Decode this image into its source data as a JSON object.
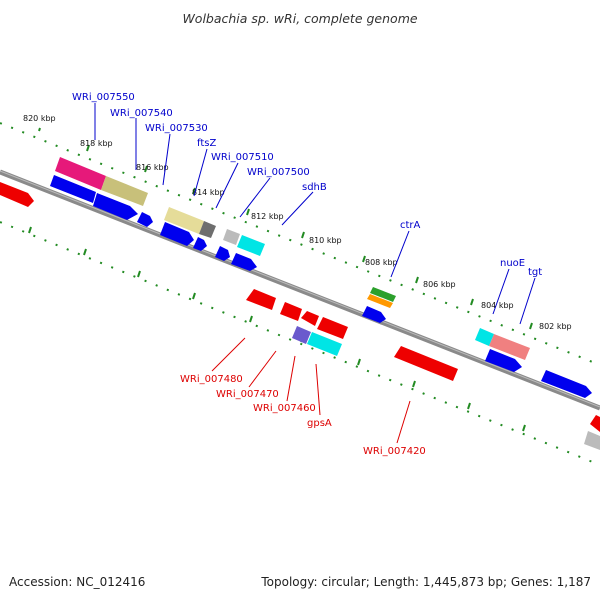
{
  "title": "Wolbachia sp. wRi, complete genome",
  "footer": {
    "accession": "Accession: NC_012416",
    "summary": "Topology: circular; Length: 1,445,873 bp; Genes: 1,187"
  },
  "colors": {
    "forward_label": "#0000cc",
    "reverse_label": "#dd0000",
    "tick": "#228b22",
    "backbone": "#808080",
    "blue_cds": "#0000ee",
    "red_cds": "#ee0000"
  },
  "scale": {
    "unit": "kbp",
    "labels": [
      "820 kbp",
      "818 kbp",
      "816 kbp",
      "814 kbp",
      "812 kbp",
      "810 kbp",
      "808 kbp",
      "806 kbp",
      "804 kbp",
      "802 kbp"
    ]
  },
  "forward_gene_labels": [
    "WRi_007550",
    "WRi_007540",
    "WRi_007530",
    "ftsZ",
    "WRi_007510",
    "WRi_007500",
    "sdhB",
    "ctrA",
    "nuoE",
    "tgt"
  ],
  "reverse_gene_labels": [
    "WRi_007480",
    "WRi_007470",
    "WRi_007460",
    "gpsA",
    "WRi_007420"
  ]
}
